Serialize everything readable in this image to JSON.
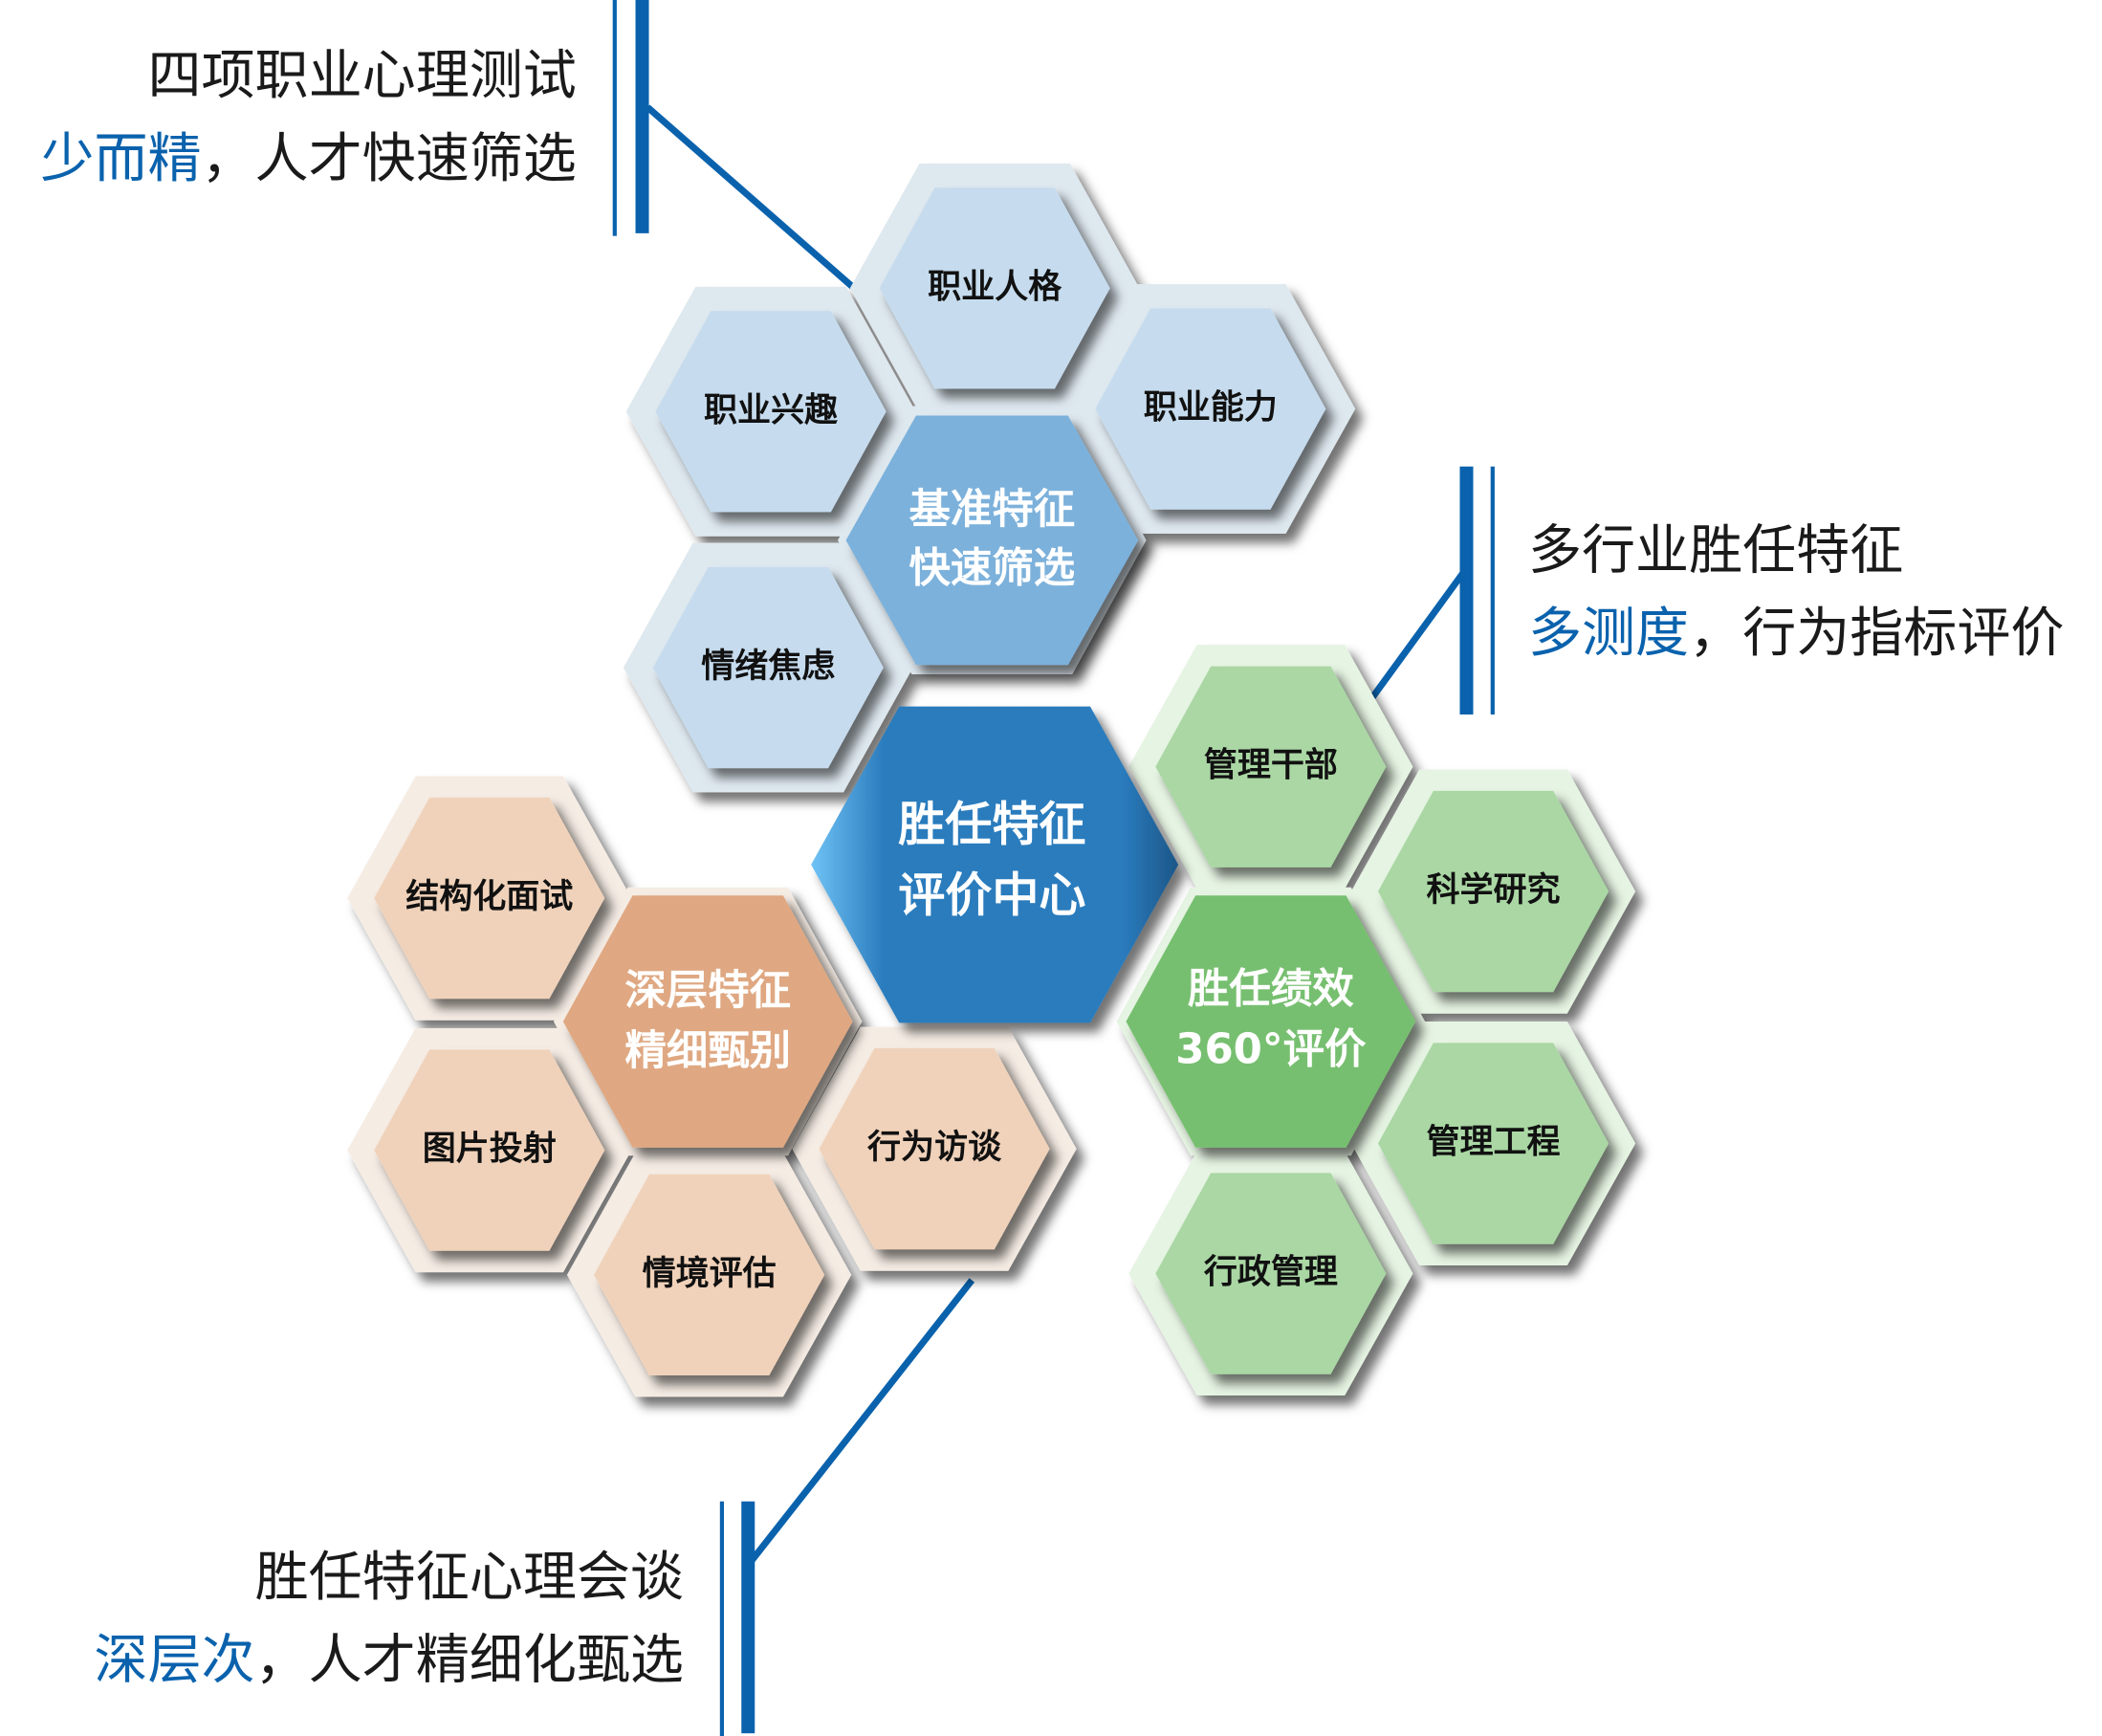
{
  "title": "胜任特征评价中心",
  "colors": {
    "accent_blue": "#0a62ad",
    "center": "#2a7bbd",
    "benchmark_core": "#7cb1db",
    "benchmark_item": "#c6dcee",
    "benchmark_bg": "#dee8ef",
    "deep_core": "#dfa882",
    "deep_item": "#f0d2ba",
    "deep_bg": "#f5ece4",
    "perf_core": "#77bf6f",
    "perf_item": "#aad7a4",
    "perf_bg": "#e6f4e3"
  },
  "center": {
    "line1": "胜任特征",
    "line2": "评价中心"
  },
  "benchmark": {
    "core": {
      "line1": "基准特征",
      "line2": "快速筛选"
    },
    "items": [
      "职业人格",
      "职业兴趣",
      "职业能力",
      "情绪焦虑"
    ]
  },
  "deep": {
    "core": {
      "line1": "深层特征",
      "line2": "精细甄别"
    },
    "items": [
      "结构化面试",
      "图片投射",
      "行为访谈",
      "情境评估"
    ]
  },
  "performance": {
    "core": {
      "line1": "胜任绩效",
      "line2": "360°评价"
    },
    "items": [
      "管理干部",
      "科学研究",
      "管理工程",
      "行政管理"
    ]
  },
  "annotations": {
    "top": {
      "line1": "四项职业心理测试",
      "line2_highlight": "少而精",
      "line2_rest": "，人才快速筛选"
    },
    "right": {
      "line1": "多行业胜任特征",
      "line2_highlight": "多测度",
      "line2_rest": "，行为指标评价"
    },
    "bottom": {
      "line1": "胜任特征心理会谈",
      "line2_highlight": "深层次",
      "line2_rest": "，人才精细化甄选"
    }
  }
}
